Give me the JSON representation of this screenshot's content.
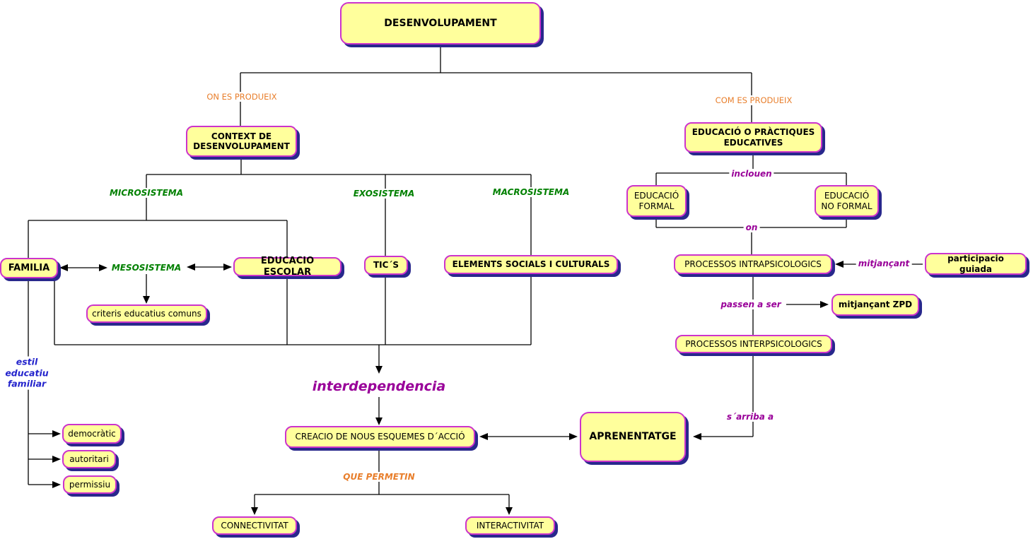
{
  "diagram": {
    "nodes": {
      "desenvolupament": "DESENVOLUPAMENT",
      "context": "CONTEXT DE DESENVOLUPAMENT",
      "educacio_practiques": "EDUCACIÓ O PRÀCTIQUES EDUCATIVES",
      "familia": "FAMILIA",
      "educacio_escolar": "EDUCACIO ESCOLAR",
      "tics": "TIC´S",
      "elements": "ELEMENTS SOCIALS I CULTURALS",
      "criteris": "criteris educatius comuns",
      "educacio_formal": "EDUCACIÓ FORMAL",
      "educacio_no_formal": "EDUCACIÓ NO FORMAL",
      "processos_intra": "PROCESSOS INTRAPSICOLOGICS",
      "participacio": "participacio guiada",
      "mitjancant_zpd": "mitjançant ZPD",
      "processos_inter": "PROCESSOS INTERPSICOLOGICS",
      "democratic": "democràtic",
      "autoritari": "autoritari",
      "permissiu": "permissiu",
      "creacio": "CREACIO DE NOUS ESQUEMES D´ACCIÓ",
      "aprenentatge": "APRENENTATGE",
      "connectivitat": "CONNECTIVITAT",
      "interactivitat": "INTERACTIVITAT"
    },
    "labels": {
      "on_es_produeix": "ON ES PRODUEIX",
      "com_es_produeix": "COM ES PRODUEIX",
      "microsistema": "MICROSISTEMA",
      "exosistema": "EXOSISTEMA",
      "macrosistema": "MACROSISTEMA",
      "mesosistema": "MESOSISTEMA",
      "inclouen": "inclouen",
      "on": "on",
      "mitjancant": "mitjançant",
      "passen_a_ser": "passen a ser",
      "estil_educatiu_familiar": "estil educatiu familiar",
      "interdependencia": "interdependencia",
      "s_arriba_a": "s´arriba a",
      "que_permetin": "QUE PERMETIN"
    },
    "colors": {
      "node_fill": "#FFFF9C",
      "node_border": "#CC33CC",
      "node_shadow": "#28288C",
      "label_orange": "#E87E2B",
      "label_green": "#008000",
      "label_purple": "#990099",
      "label_blue": "#2323CC",
      "line": "#000000"
    }
  }
}
